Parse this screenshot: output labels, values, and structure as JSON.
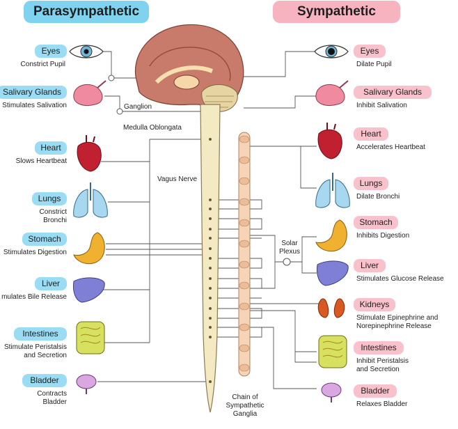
{
  "headers": {
    "parasympathetic": "Parasympathetic",
    "sympathetic": "Sympathetic"
  },
  "labels": {
    "ganglion": "Ganglion",
    "medulla": "Medulla Oblongata",
    "vagus": "Vagus Nerve",
    "solar_1": "Solar",
    "solar_2": "Plexus",
    "chain_1": "Chain of",
    "chain_2": "Sympathetic",
    "chain_3": "Ganglia"
  },
  "parasympathetic": [
    {
      "organ": "Eyes",
      "effect": [
        "Constrict Pupil"
      ]
    },
    {
      "organ": "Salivary Glands",
      "effect": [
        "Stimulates Salivation"
      ]
    },
    {
      "organ": "Heart",
      "effect": [
        "Slows Heartbeat"
      ]
    },
    {
      "organ": "Lungs",
      "effect": [
        "Constrict",
        "Bronchi"
      ]
    },
    {
      "organ": "Stomach",
      "effect": [
        "Stimulates Digestion"
      ]
    },
    {
      "organ": "Liver",
      "effect": [
        "mulates Bile Release"
      ]
    },
    {
      "organ": "Intestines",
      "effect": [
        "Stimulate Peristalsis",
        "and Secretion"
      ]
    },
    {
      "organ": "Bladder",
      "effect": [
        "Contracts",
        "Bladder"
      ]
    }
  ],
  "sympathetic": [
    {
      "organ": "Eyes",
      "effect": [
        "Dilate Pupil"
      ]
    },
    {
      "organ": "Salivary Glands",
      "effect": [
        "Inhibit Salivation"
      ]
    },
    {
      "organ": "Heart",
      "effect": [
        "Accelerates Heartbeat"
      ]
    },
    {
      "organ": "Lungs",
      "effect": [
        "Dilate Bronchi"
      ]
    },
    {
      "organ": "Stomach",
      "effect": [
        "Inhibits Digestion"
      ]
    },
    {
      "organ": "Liver",
      "effect": [
        "Stimulates Glucose Release"
      ]
    },
    {
      "organ": "Kidneys",
      "effect": [
        "Stimulate Epinephrine and",
        "Norepinephrine Release"
      ]
    },
    {
      "organ": "Intestines",
      "effect": [
        "Inhibit Peristalsis",
        "and Secretion"
      ]
    },
    {
      "organ": "Bladder",
      "effect": [
        "Relaxes Bladder"
      ]
    }
  ],
  "colors": {
    "para_tag": "#9adcf3",
    "symp_tag": "#f9c1cc",
    "spinal_cord": "#f3e9c3",
    "chain": "#f6d4b8",
    "brain": "#c97b6b"
  }
}
